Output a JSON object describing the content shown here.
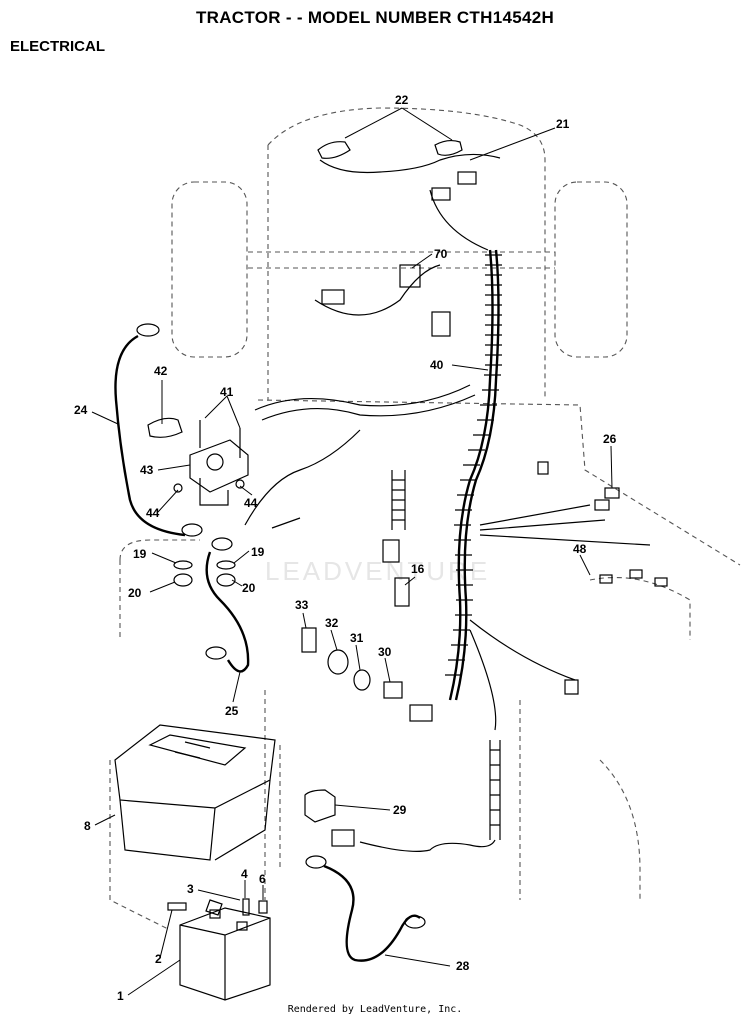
{
  "header": {
    "title": "TRACTOR - - MODEL NUMBER CTH14542H",
    "section": "ELECTRICAL"
  },
  "watermark": "LEADVENTURE",
  "footer": "Rendered by LeadVenture, Inc.",
  "callouts": {
    "c1": "1",
    "c2": "2",
    "c3": "3",
    "c4": "4",
    "c6": "6",
    "c8": "8",
    "c16": "16",
    "c19a": "19",
    "c19b": "19",
    "c20a": "20",
    "c20b": "20",
    "c21": "21",
    "c22": "22",
    "c24": "24",
    "c25": "25",
    "c26": "26",
    "c28": "28",
    "c29": "29",
    "c30": "30",
    "c31": "31",
    "c32": "32",
    "c33": "33",
    "c40": "40",
    "c41": "41",
    "c42": "42",
    "c43": "43",
    "c44a": "44",
    "c44b": "44",
    "c48": "48",
    "c70": "70"
  },
  "colors": {
    "ink": "#000000",
    "outline": "#555555",
    "watermark": "#e6e6e6"
  }
}
